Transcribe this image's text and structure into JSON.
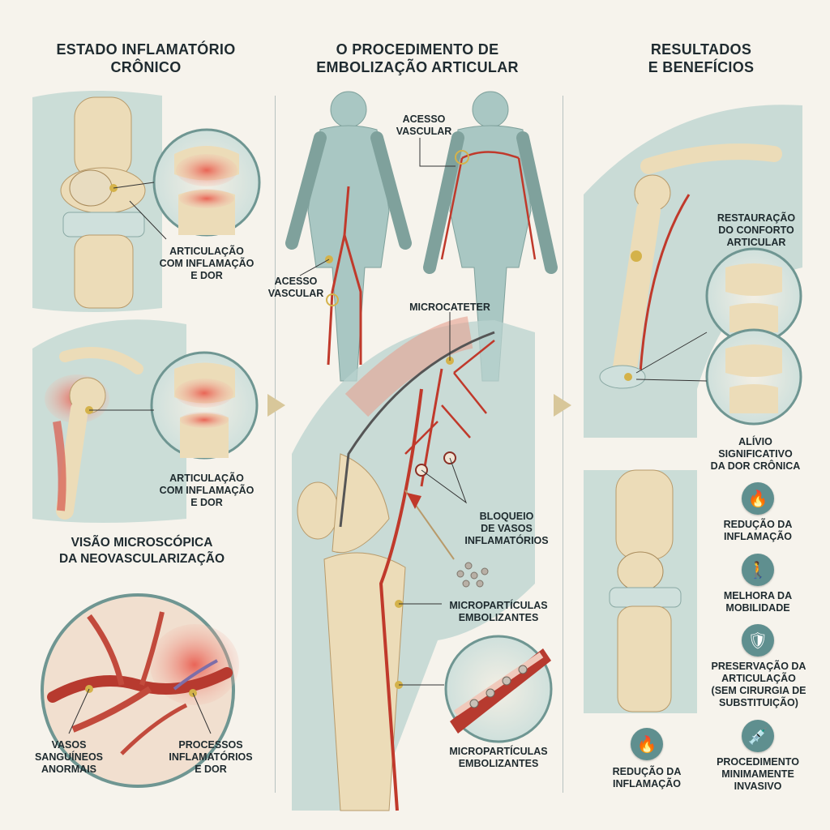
{
  "columns": {
    "left": {
      "title": "ESTADO INFLAMATÓRIO\nCRÔNICO"
    },
    "middle": {
      "title": "O PROCEDIMENTO DE\nEMBOLIZAÇÃO ARTICULAR"
    },
    "right": {
      "title": "RESULTADOS\nE BENEFÍCIOS"
    }
  },
  "left": {
    "knee_label": "ARTICULAÇÃO\nCOM INFLAMAÇÃO\nE DOR",
    "shoulder_label": "ARTICULAÇÃO\nCOM INFLAMAÇÃO\nE DOR",
    "micro_title": "VISÃO MICROSCÓPICA\nDA NEOVASCULARIZAÇÃO",
    "vessels_label": "VASOS\nSANGUÍNEOS\nANORMAIS",
    "inflam_label": "PROCESSOS\nINFLAMATÓRIOS\nE DOR"
  },
  "middle": {
    "access_label_1": "ACESSO\nVASCULAR",
    "access_label_2": "ACESSO\nVASCULAR",
    "microcatheter_label": "MICROCATETER",
    "block_label": "BLOQUEIO\nDE VASOS\nINFLAMATÓRIOS",
    "particles_label_1": "MICROPARTÍCULAS\nEMBOLIZANTES",
    "particles_label_2": "MICROPARTÍCULAS\nEMBOLIZANTES"
  },
  "right": {
    "comfort_label": "RESTAURAÇÃO\nDO CONFORTO\nARTICULAR",
    "relief_label": "ALÍVIO\nSIGNIFICATIVO\nDA DOR CRÔNICA",
    "benefits": [
      {
        "label": "REDUÇÃO DA\nINFLAMAÇÃO",
        "icon": "flame-icon"
      },
      {
        "label": "MELHORA DA\nMOBILIDADE",
        "icon": "walking-icon"
      },
      {
        "label": "PRESERVAÇÃO DA\nARTICULAÇÃO\n(SEM CIRURGIA DE\nSUBSTITUIÇÃO)",
        "icon": "shield-joint-icon"
      },
      {
        "label": "REDUÇÃO DA\nINFLAMAÇÃO",
        "icon": "flame-icon"
      },
      {
        "label": "PROCEDIMENTO\nMINIMAMENTE\nINVASIVO",
        "icon": "syringe-icon"
      }
    ]
  },
  "colors": {
    "background": "#f6f3ec",
    "skin_teal": "#b9d3cf",
    "bone": "#ecdcb8",
    "vessel_red": "#c0392b",
    "inflammation": "#e8685a",
    "accent_gold": "#d4b24a",
    "icon_teal": "#5f8f8f"
  }
}
